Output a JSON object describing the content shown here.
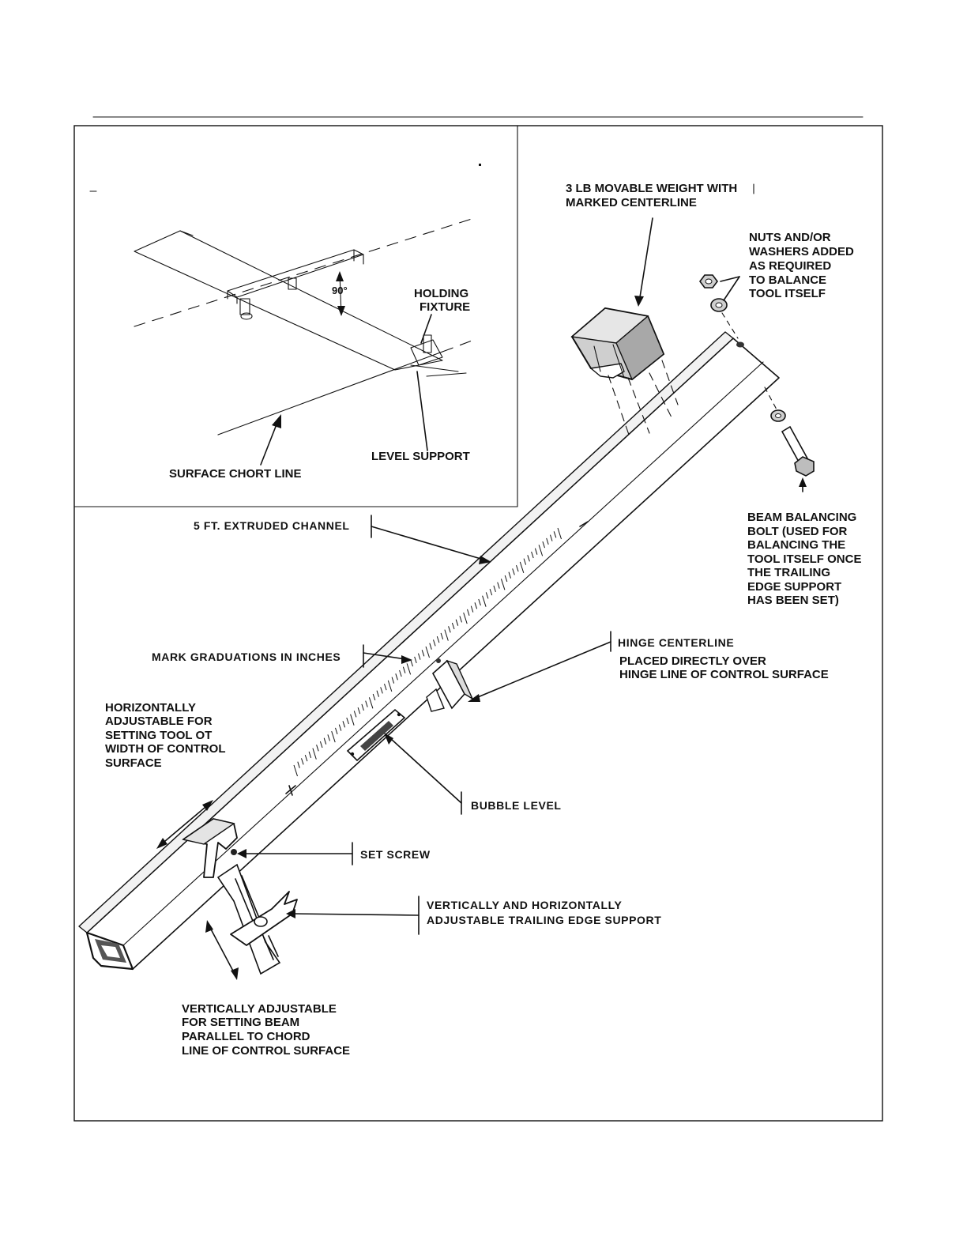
{
  "labels": {
    "weight": [
      "3 LB MOVABLE WEIGHT WITH",
      "MARKED CENTERLINE"
    ],
    "nuts": [
      "NUTS AND/OR",
      "WASHERS ADDED",
      "AS REQUIRED",
      "TO BALANCE",
      "TOOL ITSELF"
    ],
    "holding_fixture": [
      "HOLDING",
      "FIXTURE"
    ],
    "angle": "90°",
    "level_support": "LEVEL SUPPORT",
    "surface_chord_line": "SURFACE CHORT LINE",
    "channel": "5 FT. EXTRUDED CHANNEL",
    "beam_bolt": [
      "BEAM BALANCING",
      "BOLT (USED FOR",
      "BALANCING THE",
      "TOOL ITSELF ONCE",
      "THE TRAILING",
      "EDGE SUPPORT",
      "HAS BEEN SET)"
    ],
    "hinge": [
      "HINGE CENTERLINE",
      "PLACED DIRECTLY OVER",
      "HINGE LINE OF CONTROL SURFACE"
    ],
    "graduations": "MARK GRADUATIONS IN INCHES",
    "horizontal": [
      "HORIZONTALLY",
      "ADJUSTABLE FOR",
      "SETTING TOOL OT",
      "WIDTH OF CONTROL",
      "SURFACE"
    ],
    "bubble_level": "BUBBLE LEVEL",
    "set_screw": "SET SCREW",
    "trailing_edge": [
      "VERTICALLY AND HORIZONTALLY",
      "ADJUSTABLE TRAILING EDGE SUPPORT"
    ],
    "vertical": [
      "VERTICALLY ADJUSTABLE",
      "FOR SETTING BEAM",
      "PARALLEL TO CHORD",
      "LINE OF CONTROL SURFACE"
    ]
  }
}
